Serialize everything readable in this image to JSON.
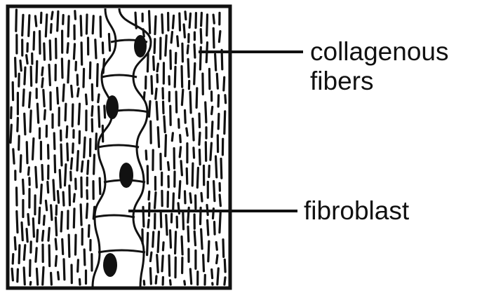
{
  "labels": {
    "collagenous_line1": "collagenous",
    "collagenous_line2": "fibers",
    "fibroblast": "fibroblast"
  },
  "colors": {
    "ink": "#111111",
    "paper": "#ffffff"
  }
}
